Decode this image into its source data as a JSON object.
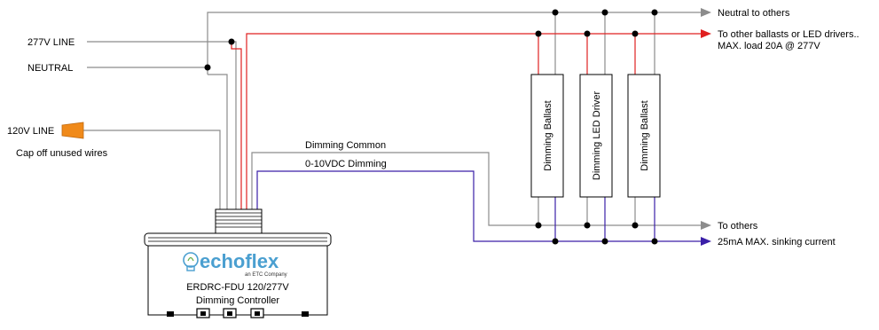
{
  "labels": {
    "line277": "277V LINE",
    "neutral": "NEUTRAL",
    "line120": "120V LINE",
    "cap_off": "Cap off unused wires",
    "dimming_common": "Dimming Common",
    "dimming_0_10": "0-10VDC Dimming",
    "neutral_to_others": "Neutral to others",
    "to_other_ballasts": "To other ballasts or LED drivers..",
    "max_load": "MAX. load 20A @ 277V",
    "to_others": "To others",
    "sinking_current": "25mA MAX. sinking current"
  },
  "devices": [
    {
      "label": "Dimming Ballast"
    },
    {
      "label": "Dimming LED Driver"
    },
    {
      "label": "Dimming Ballast"
    }
  ],
  "controller": {
    "brand": "echoflex",
    "brand_sub": "an ETC Company",
    "model": "ERDRC-FDU 120/277V",
    "description": "Dimming Controller"
  },
  "colors": {
    "neutral_wire": "#8c8c8c",
    "line_wire": "#e02020",
    "dimming_wire": "#3a1fa8",
    "common_wire": "#8c8c8c",
    "wire_nut": "#f08a1a",
    "logo": "#4a9fd0"
  }
}
